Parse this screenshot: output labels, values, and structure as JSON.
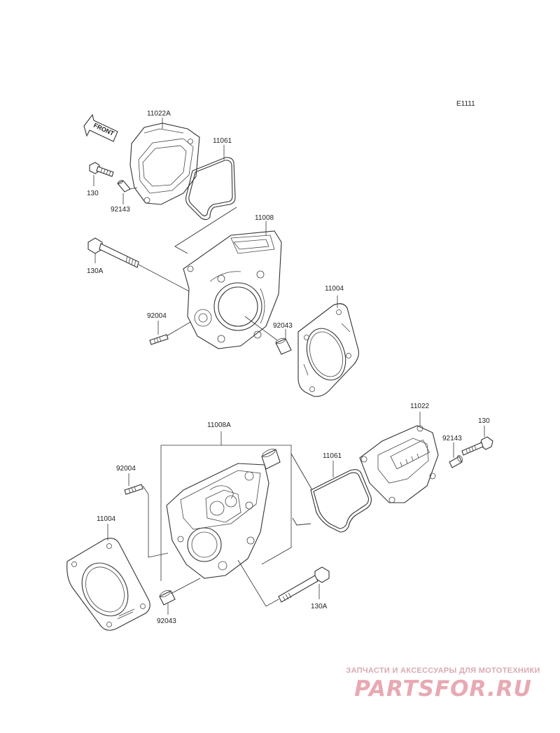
{
  "diagram_code": "E1111",
  "front_arrow_label": "FRONT",
  "labels": {
    "p11022A": "11022A",
    "p11061_top": "11061",
    "p130_top": "130",
    "p92143_top": "92143",
    "p11008": "11008",
    "p130A_top": "130A",
    "p11004_top": "11004",
    "p92004_top": "92004",
    "p92043_top": "92043",
    "p11022": "11022",
    "p130_bottom": "130",
    "p92143_bottom": "92143",
    "p11008A": "11008A",
    "p11061_bottom": "11061",
    "p92004_bottom": "92004",
    "p11004_bottom": "11004",
    "p92043_bottom": "92043",
    "p130A_bottom": "130A"
  },
  "watermark": {
    "tagline": "ЗАПЧАСТИ И АКСЕССУАРЫ ДЛЯ МОТОТЕХНИКИ",
    "brand": "PARTSFOR.RU",
    "color": "#e8a9b2"
  }
}
